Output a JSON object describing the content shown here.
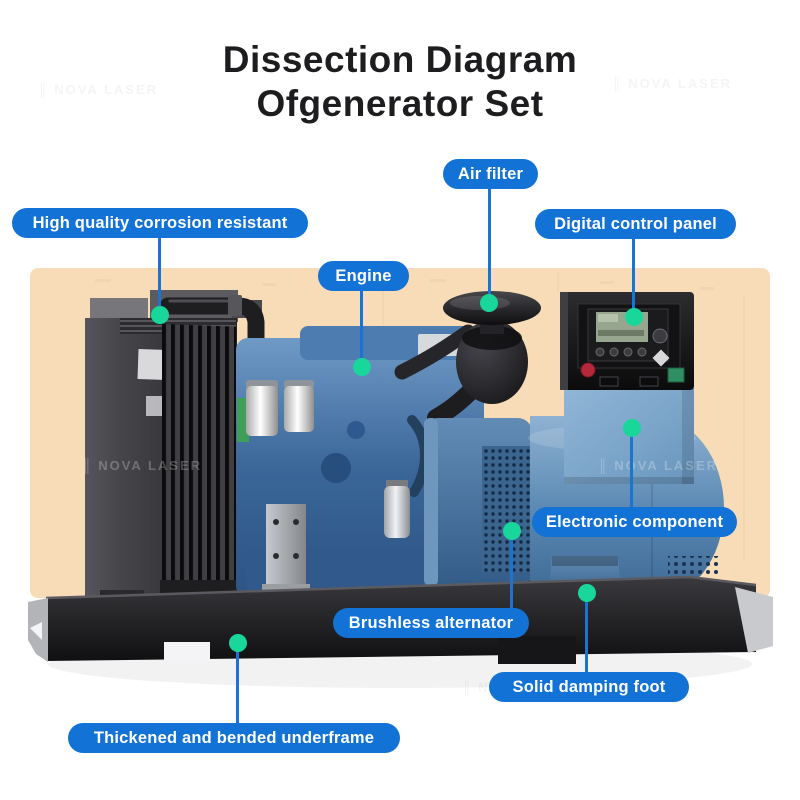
{
  "title": {
    "line1": "Dissection Diagram",
    "line2": "Ofgenerator Set"
  },
  "watermark": {
    "text": "NOVA LASER",
    "icon": "laser-burst"
  },
  "colors": {
    "label_pill_blue": "#1272d5",
    "leader_line_blue": "#1b73d4",
    "target_dot_green": "#19d69b",
    "photo_background_peach": "#f8dcb8",
    "engine_blue": "#3a6699",
    "alternator_blue": "#5c8ab4",
    "frame_black": "#1a1a1c",
    "title_text": "#1d1d1f"
  },
  "callouts": [
    {
      "id": "air-filter",
      "label": "Air filter"
    },
    {
      "id": "high-quality",
      "label": "High quality corrosion resistant"
    },
    {
      "id": "digital-control-panel",
      "label": "Digital control panel"
    },
    {
      "id": "engine",
      "label": "Engine"
    },
    {
      "id": "electronic-component",
      "label": "Electronic component"
    },
    {
      "id": "brushless-alternator",
      "label": "Brushless alternator"
    },
    {
      "id": "solid-damping-foot",
      "label": "Solid damping foot"
    },
    {
      "id": "thickened-underframe",
      "label": "Thickened and bended underframe"
    }
  ]
}
